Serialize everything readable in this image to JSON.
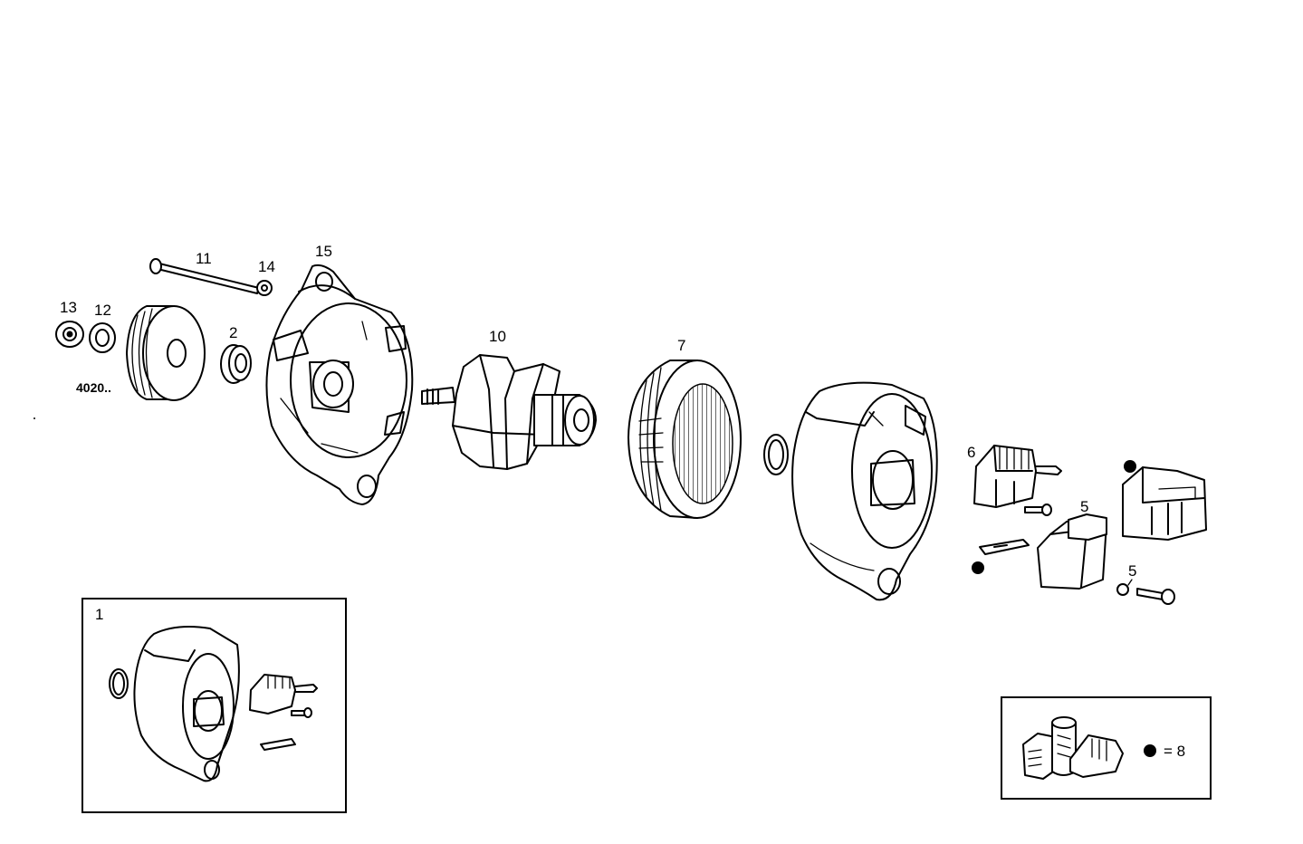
{
  "callouts": {
    "c1": "1",
    "c2": "2",
    "c5a": "5",
    "c5b": "5",
    "c6": "6",
    "c7": "7",
    "c10": "10",
    "c11": "11",
    "c12": "12",
    "c13": "13",
    "c14": "14",
    "c15": "15"
  },
  "ref_code": "4020..",
  "legend": {
    "text": "= 8",
    "symbol": "filled-dot"
  }
}
